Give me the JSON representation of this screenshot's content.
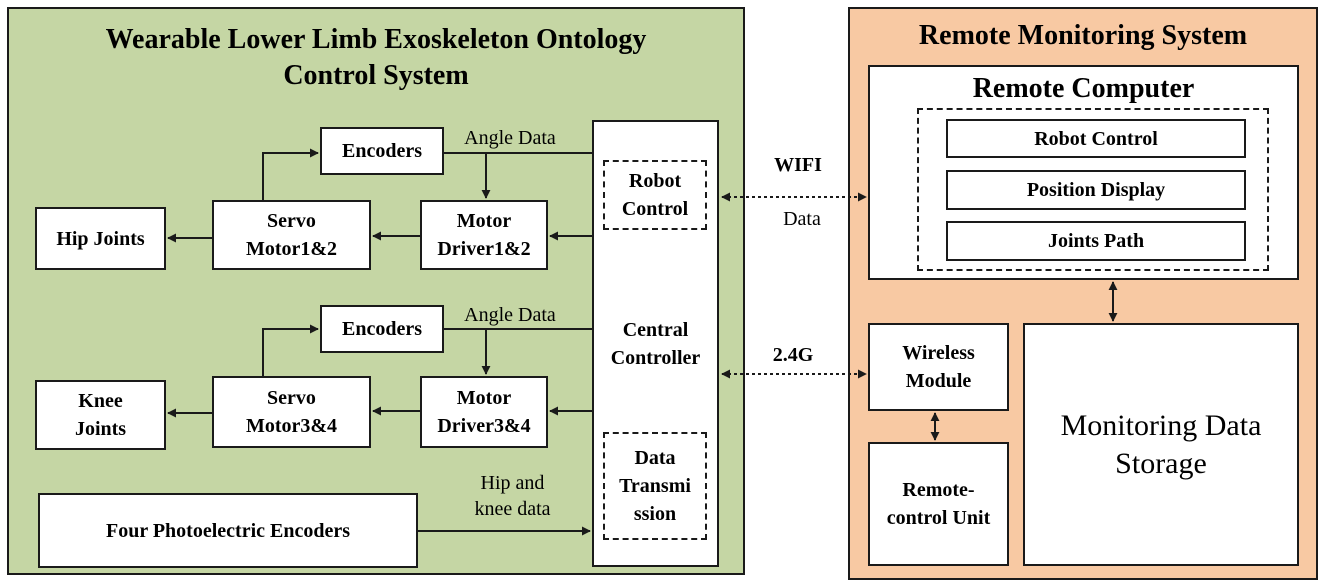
{
  "colors": {
    "left_panel_bg": "#c5d6a4",
    "right_panel_bg": "#f8c9a3",
    "line": "#1a1a1a"
  },
  "left_system": {
    "title_line1": "Wearable Lower Limb Exoskeleton Ontology",
    "title_line2": "Control System",
    "hip_row": {
      "encoders": "Encoders",
      "angle_data": "Angle Data",
      "joints": "Hip Joints",
      "servo_line1": "Servo",
      "servo_line2": "Motor1&2",
      "driver_line1": "Motor",
      "driver_line2": "Driver1&2"
    },
    "knee_row": {
      "encoders": "Encoders",
      "angle_data": "Angle Data",
      "joints_line1": "Knee",
      "joints_line2": "Joints",
      "servo_line1": "Servo",
      "servo_line2": "Motor3&4",
      "driver_line1": "Motor",
      "driver_line2": "Driver3&4"
    },
    "photo_encoders": "Four Photoelectric Encoders",
    "hip_knee_data_line1": "Hip and",
    "hip_knee_data_line2": "knee data",
    "central_controller_line1": "Central",
    "central_controller_line2": "Controller",
    "robot_control_line1": "Robot",
    "robot_control_line2": "Control",
    "data_transmission": "Data\nTransmi\nssion"
  },
  "links": {
    "wifi": "WIFI",
    "data": "Data",
    "band": "2.4G"
  },
  "right_system": {
    "title": "Remote Monitoring System",
    "remote_computer": "Remote Computer",
    "modules": [
      "Robot Control",
      "Position Display",
      "Joints Path"
    ],
    "wireless_line1": "Wireless",
    "wireless_line2": "Module",
    "remote_unit_line1": "Remote-",
    "remote_unit_line2": "control Unit",
    "storage_line1": "Monitoring Data",
    "storage_line2": "Storage"
  }
}
